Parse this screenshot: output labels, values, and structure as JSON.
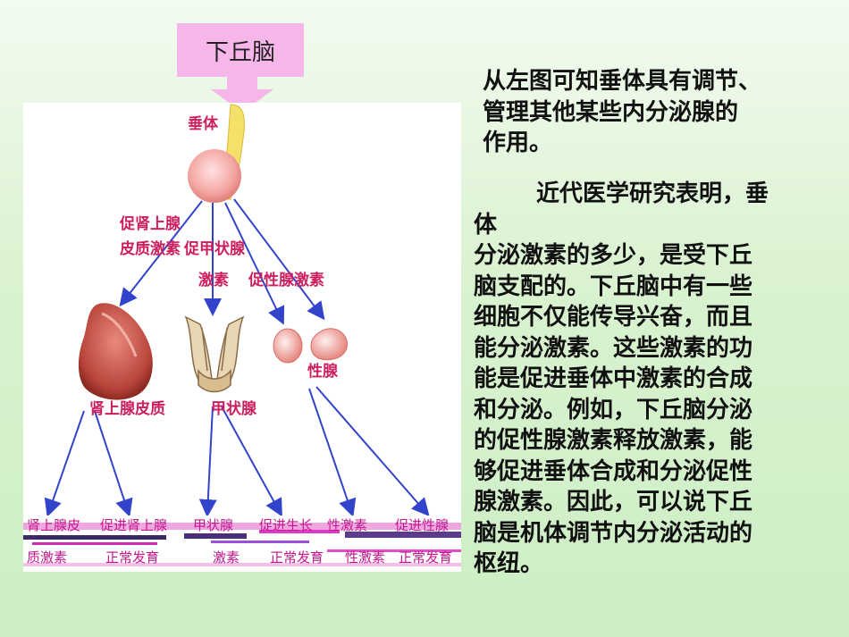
{
  "top_box": {
    "label": "下丘脑"
  },
  "diagram": {
    "labels": {
      "pituitary": "垂体",
      "acth_line1": "促肾上腺",
      "acth_line2": "皮质激素",
      "tsh_line1": "促甲状腺",
      "tsh_line2": "激素",
      "gonadotropin": "促性腺激素",
      "gonad": "性腺",
      "adrenal_cortex": "肾上腺皮质",
      "thyroid": "甲状腺"
    },
    "bottom_row1": [
      "肾上腺皮",
      "促进肾上腺",
      "甲状腺",
      "促进生长",
      "性激素",
      "促进性腺"
    ],
    "bottom_row2": [
      "质激素",
      "正常发育",
      "激素",
      "正常发育",
      "性激素",
      "正常发育"
    ],
    "colors": {
      "arrow": "#3344cc",
      "label": "#cc1f5e",
      "box": "#f7b6ea"
    }
  },
  "right_text": {
    "para1_lines": [
      "从左图可知垂体具有调节、",
      "管理其他某些内分泌腺的",
      "作用。"
    ],
    "para2_lines": [
      "近代医学研究表明，垂",
      "体",
      "分泌激素的多少，是受下丘",
      "脑支配的。下丘脑中有一些",
      "细胞不仅能传导兴奋，而且",
      "能分泌激素。这些激素的功",
      "能是促进垂体中激素的合成",
      "和分泌。例如，下丘脑分泌",
      "的促性腺激素释放激素，能",
      "够促进垂体合成和分泌促性",
      "腺激素。因此，可以说下丘",
      "脑是机体调节内分泌活动的",
      "枢纽。"
    ]
  }
}
